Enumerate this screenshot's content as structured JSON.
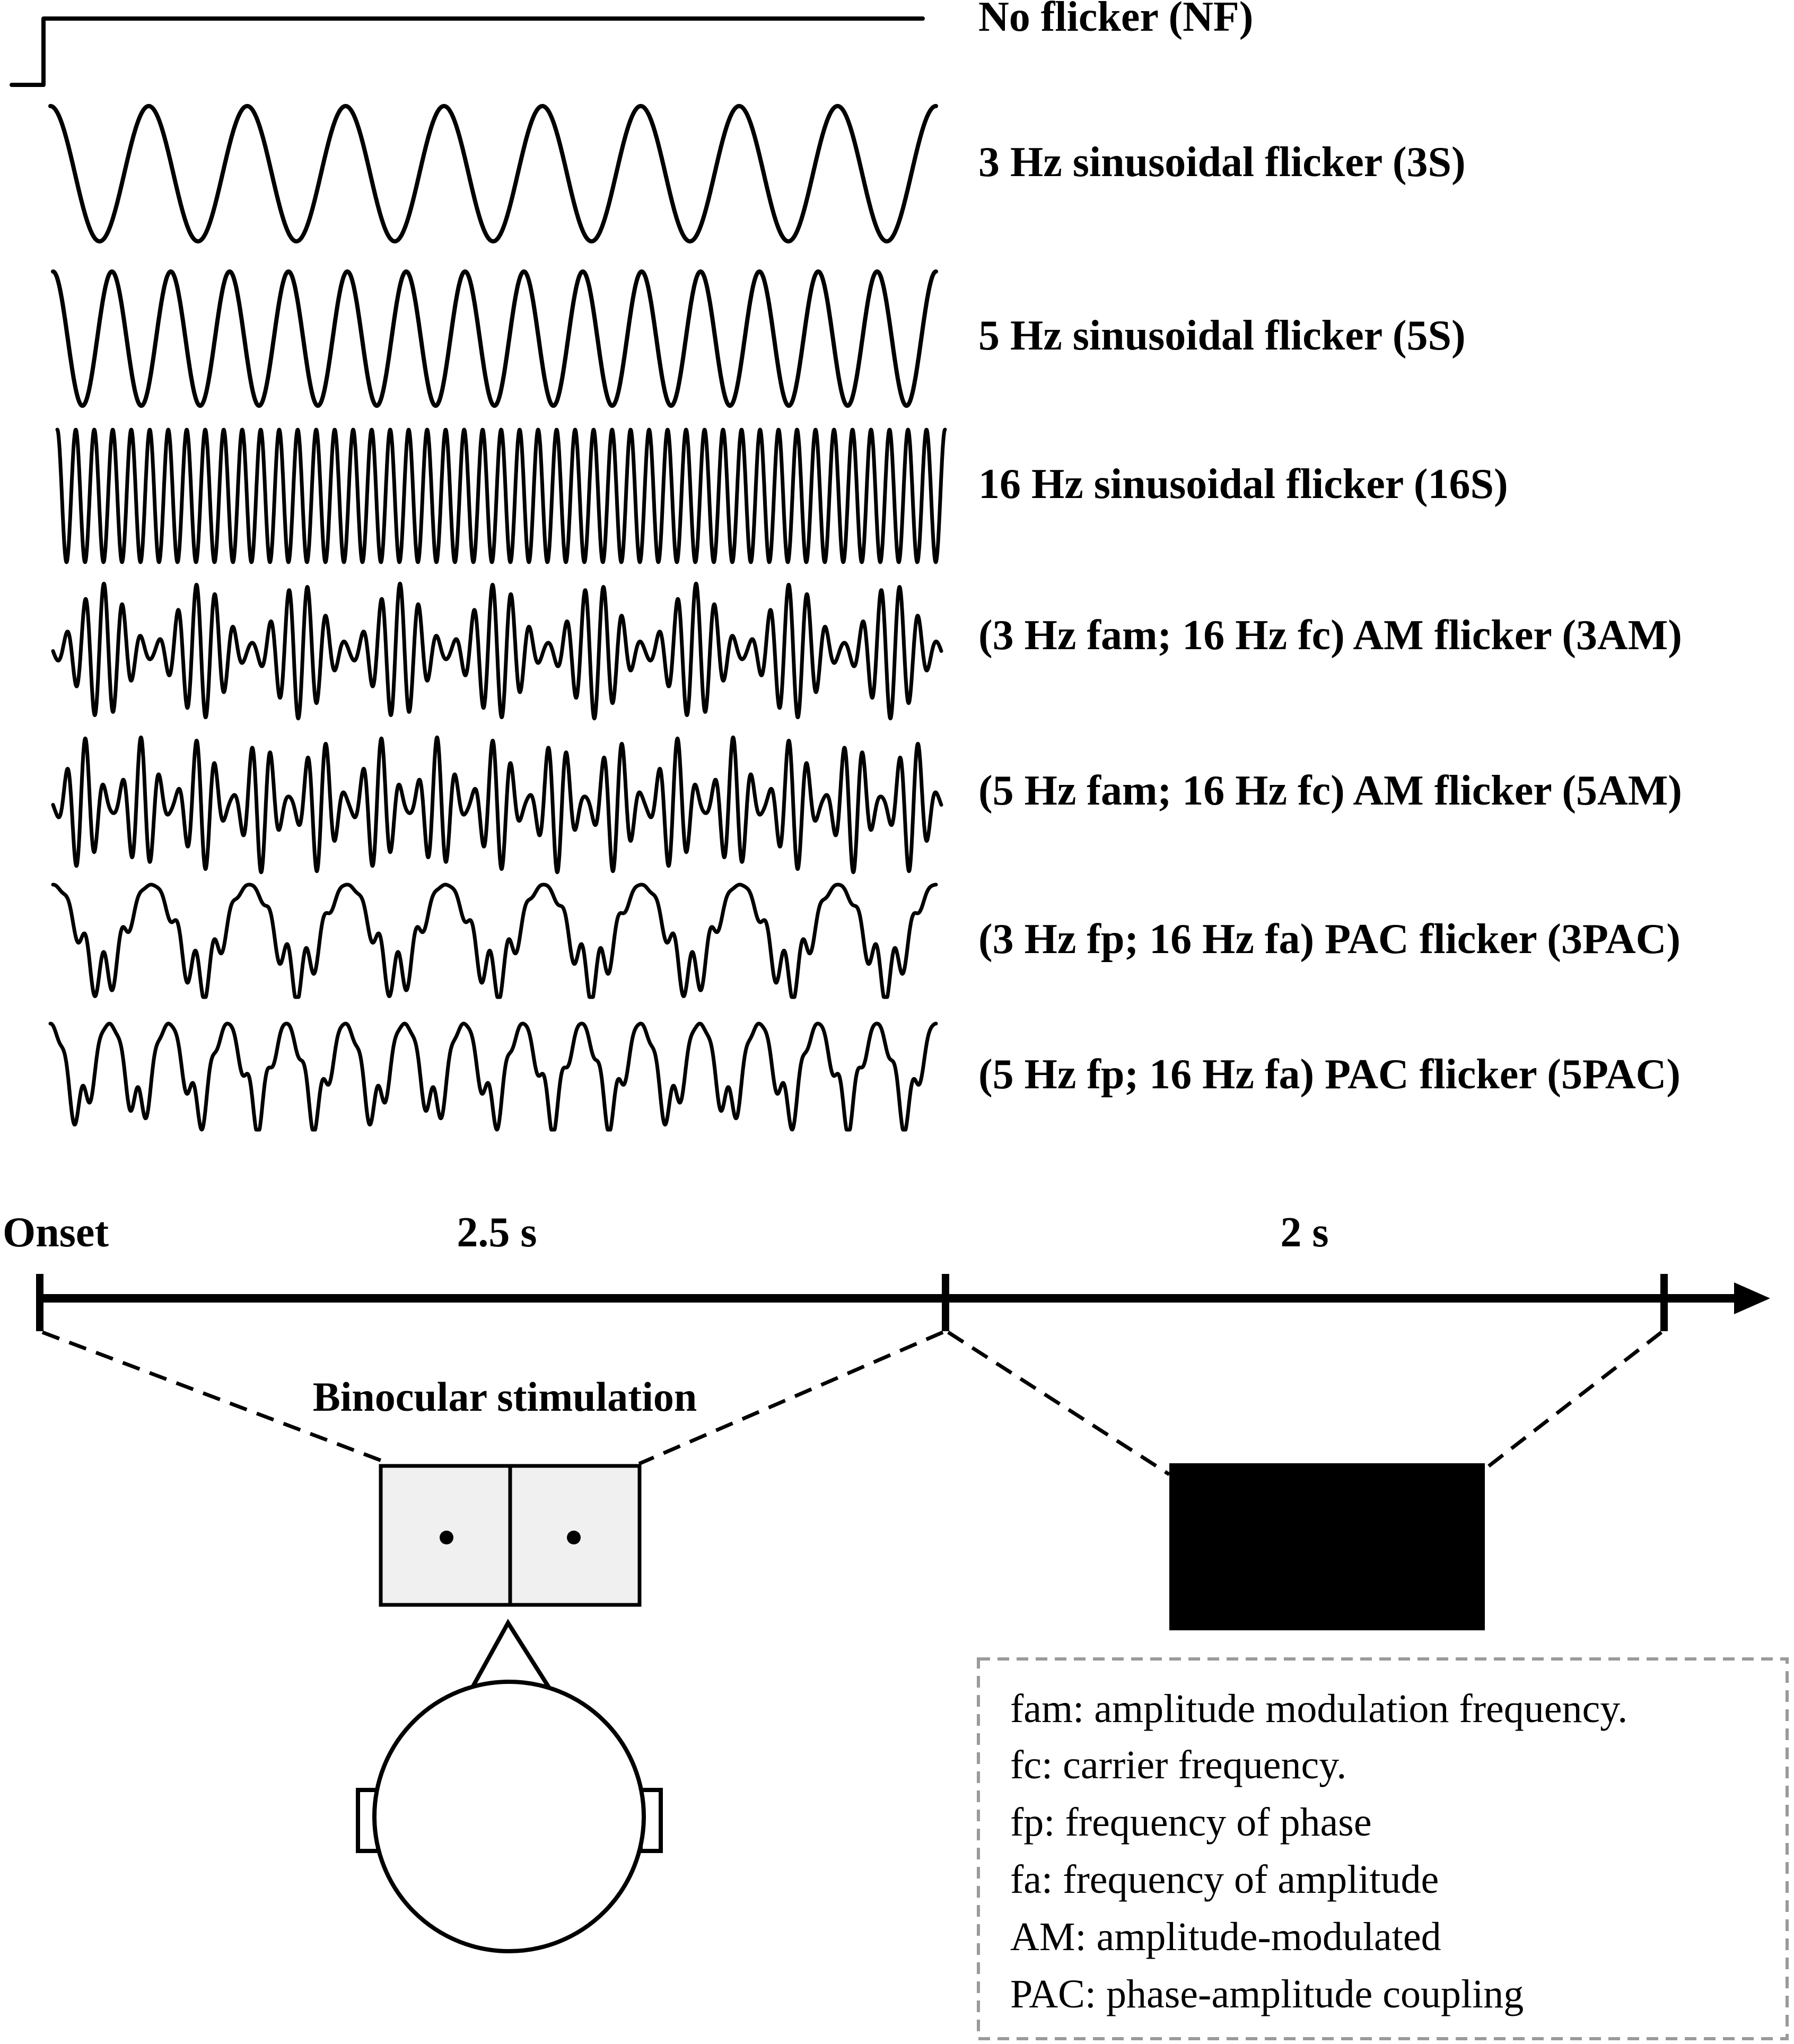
{
  "waveforms": [
    {
      "id": "nf",
      "label": "No flicker (NF)",
      "kind": "step"
    },
    {
      "id": "3s",
      "label": "3 Hz sinusoidal flicker (3S)",
      "kind": "sine",
      "cycles": 9
    },
    {
      "id": "5s",
      "label": "5 Hz sinusoidal flicker (5S)",
      "kind": "sine",
      "cycles": 15
    },
    {
      "id": "16s",
      "label": "16 Hz sinusoidal flicker (16S)",
      "kind": "sine",
      "cycles": 48
    },
    {
      "id": "3am",
      "label": "(3 Hz fam; 16 Hz fc) AM flicker (3AM)",
      "kind": "am",
      "mod_cycles": 9,
      "carrier_cycles": 48
    },
    {
      "id": "5am",
      "label": "(5 Hz fam; 16 Hz fc) AM flicker (5AM)",
      "kind": "am",
      "mod_cycles": 15,
      "carrier_cycles": 48
    },
    {
      "id": "3pac",
      "label": "(3 Hz fp; 16 Hz fa) PAC flicker (3PAC)",
      "kind": "pac",
      "phase_cycles": 9,
      "amp_cycles": 48
    },
    {
      "id": "5pac",
      "label": "(5 Hz fp; 16 Hz fa) PAC flicker (5PAC)",
      "kind": "pac",
      "phase_cycles": 15,
      "amp_cycles": 48
    }
  ],
  "timeline": {
    "onset_label": "Onset",
    "segment1_label": "2.5 s",
    "segment2_label": "2 s"
  },
  "stimulation_label": "Binocular stimulation",
  "legend": [
    "fam: amplitude modulation frequency.",
    "fc: carrier frequency.",
    "fp: frequency of phase",
    "fa: frequency of amplitude",
    "AM: amplitude-modulated",
    "PAC: phase-amplitude coupling"
  ],
  "colors": {
    "ink": "#000000",
    "screen_fill": "#f0f0f0",
    "dark_screen": "#000000",
    "legend_border": "#9a9a9a"
  }
}
